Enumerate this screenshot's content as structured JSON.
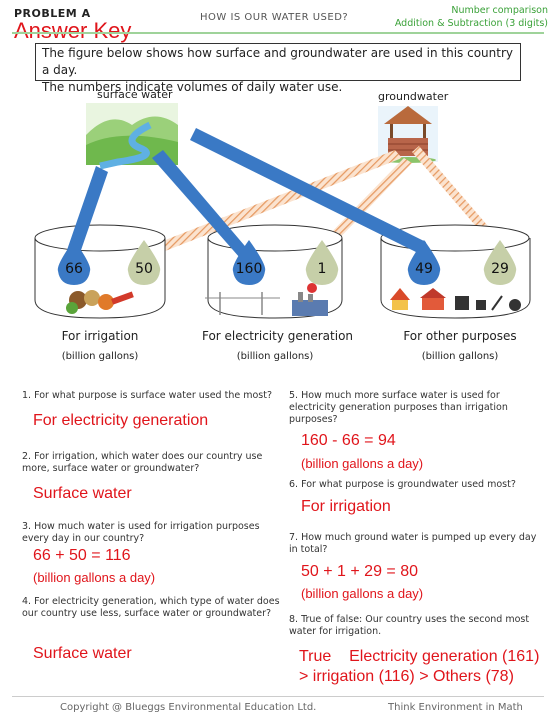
{
  "header": {
    "problem": "PROBLEM A",
    "answer_key": "Answer Key",
    "title": "HOW IS OUR WATER USED?",
    "tag1": "Number comparison",
    "tag2": "Addition & Subtraction (3 digits)"
  },
  "intro": {
    "line1": "The figure below shows how surface and groundwater are used in this country a day.",
    "line2": "The numbers indicate volumes of daily water use."
  },
  "sources": {
    "surface": "surface water",
    "ground": "groundwater"
  },
  "tanks": [
    {
      "purpose": "For irrigation",
      "unit": "(billion gallons)",
      "surface": "66",
      "ground": "50"
    },
    {
      "purpose": "For electricity  generation",
      "unit": "(billion gallons)",
      "surface": "160",
      "ground": "1"
    },
    {
      "purpose": "For other purposes",
      "unit": "(billion gallons)",
      "surface": "49",
      "ground": "29"
    }
  ],
  "colors": {
    "surface": "#3a79c5",
    "ground": "#e69a62",
    "answer": "#e0151b"
  },
  "questions": [
    {
      "q": "1. For what purpose is surface water used the most?",
      "a": [
        "For electricity generation"
      ]
    },
    {
      "q": "2. For irrigation, which water does our country use more, surface water or groundwater?",
      "a": [
        "Surface water"
      ]
    },
    {
      "q": "3.  How much water is used for irrigation purposes every day in our country?",
      "a": [
        "66 + 50 = 116",
        "(billion gallons a day)"
      ]
    },
    {
      "q": "4. For electricity generation, which type of water does our country use less, surface water or groundwater?",
      "a": [
        "Surface water"
      ]
    },
    {
      "q": "5.  How much more surface water is used for electricity generation purposes than irrigation purposes?",
      "a": [
        "160 - 66 = 94",
        "(billion gallons a day)"
      ]
    },
    {
      "q": "6. For what purpose is groundwater used most?",
      "a": [
        "For irrigation"
      ]
    },
    {
      "q": "7. How much ground water is pumped up every day in total?",
      "a": [
        "50 + 1 + 29 = 80",
        "(billion gallons a day)"
      ]
    },
    {
      "q": "8. True of false: Our country uses the second most water for irrigation.",
      "a": [
        "True    Electricity generation (161)",
        "> irrigation (116) > Others (78)"
      ]
    }
  ],
  "footer": {
    "copyright": "Copyright @ Blueggs Environmental Education Ltd.",
    "brand": "Think Environment in Math"
  }
}
